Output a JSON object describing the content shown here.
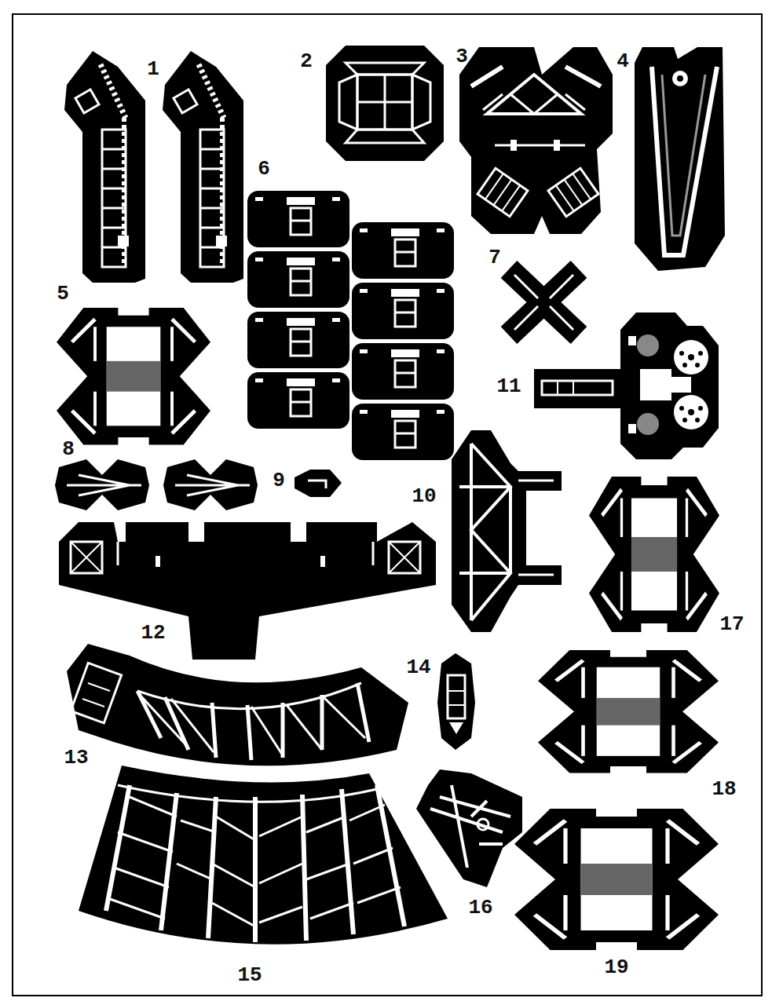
{
  "diagram": {
    "labels": [
      "1",
      "2",
      "3",
      "4",
      "6",
      "7",
      "5",
      "11",
      "8",
      "9",
      "10",
      "12",
      "17",
      "14",
      "13",
      "18",
      "16",
      "15",
      "19"
    ]
  }
}
